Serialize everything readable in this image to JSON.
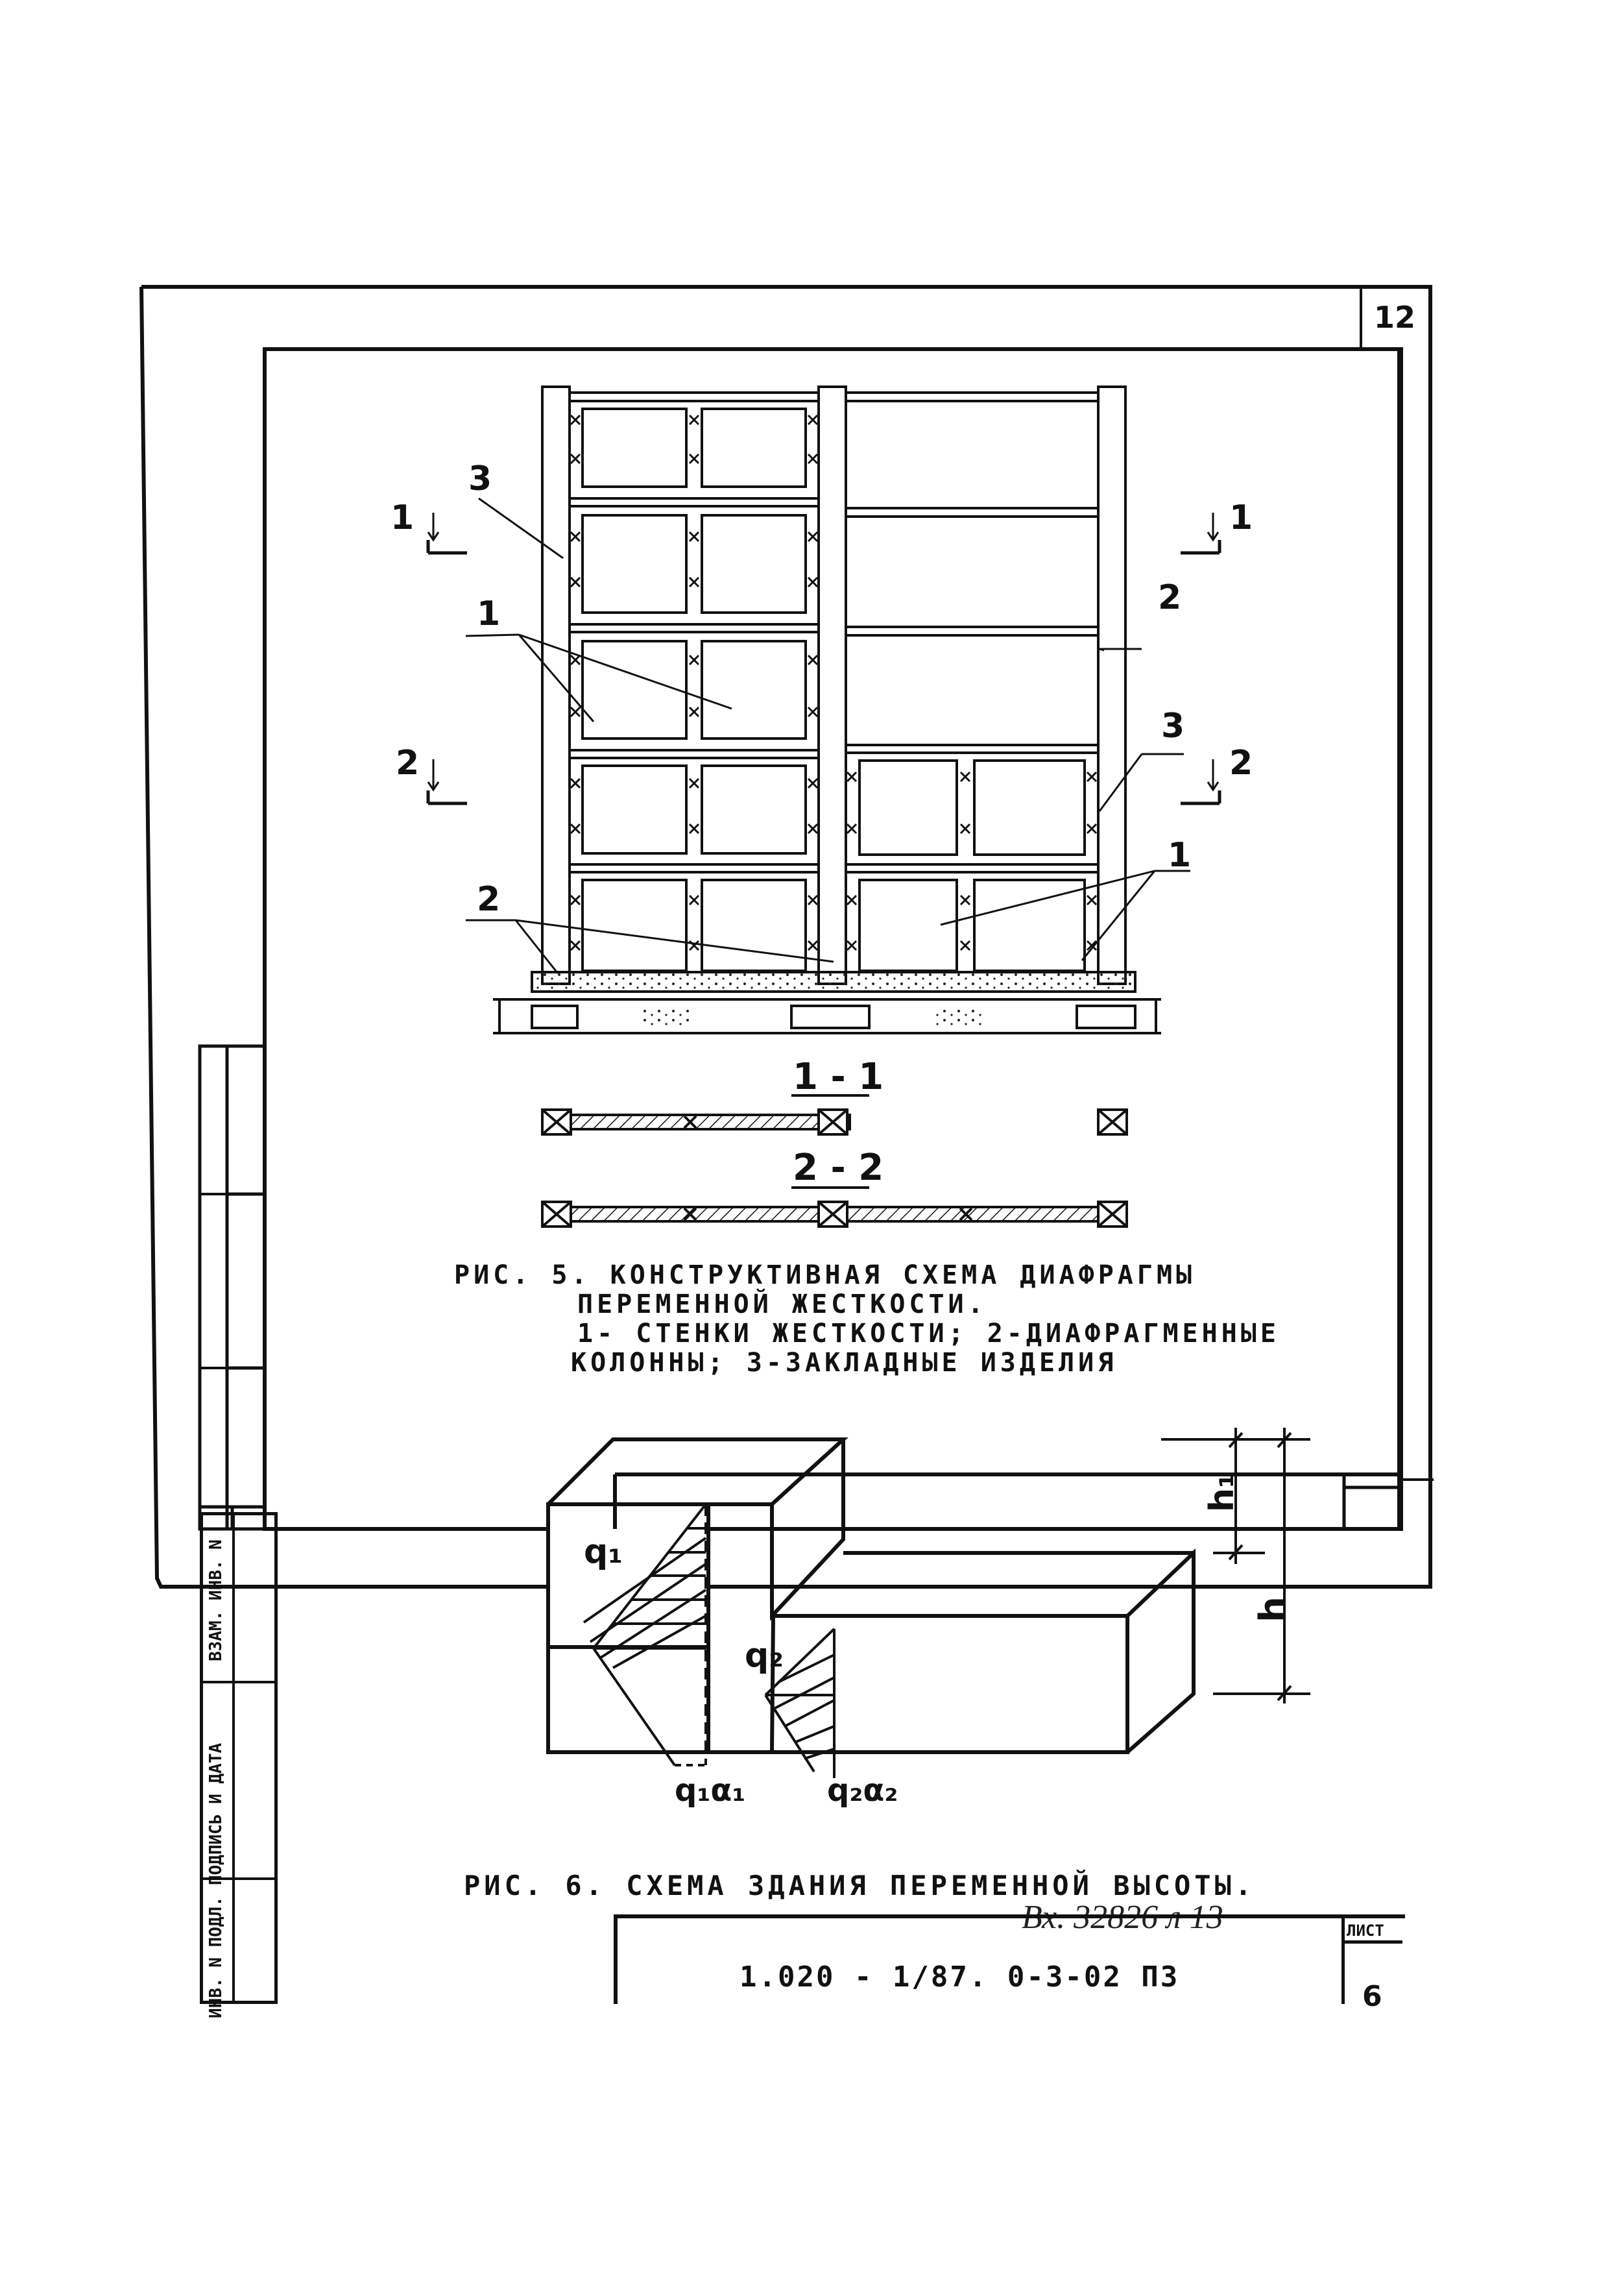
{
  "sheet_number": "12",
  "figure5": {
    "callouts": [
      "1",
      "2",
      "3"
    ],
    "section_marks": [
      "1",
      "2"
    ],
    "section_labels": [
      "1 - 1",
      "2 - 2"
    ],
    "caption_line1": "РИС. 5. КОНСТРУКТИВНАЯ СХЕМА ДИАФРАГМЫ",
    "caption_line2": "ПЕРЕМЕННОЙ ЖЕСТКОСТИ.",
    "caption_line3": "1- СТЕНКИ ЖЕСТКОСТИ; 2-ДИАФРАГМЕННЫЕ",
    "caption_line4": "КОЛОННЫ; 3-ЗАКЛАДНЫЕ ИЗДЕЛИЯ"
  },
  "figure6": {
    "load_q1": "q₁",
    "load_q2": "q₂",
    "label_q1a1": "q₁α₁",
    "label_q2a2": "q₂α₂",
    "dim_h1": "h₁",
    "dim_h": "h",
    "caption": "РИС. 6. СХЕМА ЗДАНИЯ ПЕРЕМЕННОЙ ВЫСОТЫ."
  },
  "stamp": "Вх. 32826 л 13",
  "title_block": {
    "designation": "1.020 - 1/87. 0-3-02 ПЗ",
    "sheet_label": "ЛИСТ",
    "sheet_value": "6"
  },
  "side_stamp": {
    "col1": "ИНВ. N ПОДЛ.",
    "col2": "ПОДПИСЬ И ДАТА",
    "col3": "ВЗАМ. ИНВ. N"
  }
}
